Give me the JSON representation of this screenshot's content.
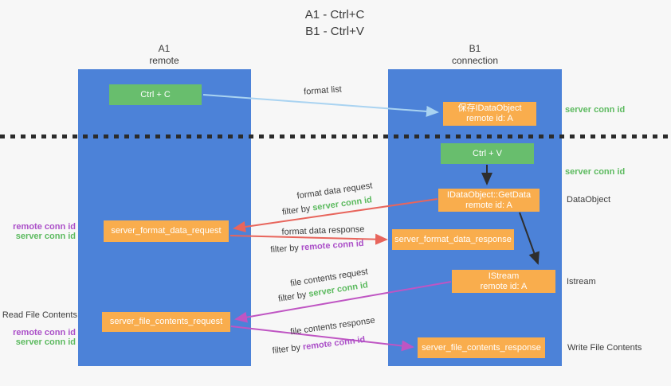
{
  "title": {
    "line1": "A1 - Ctrl+C",
    "line2": "B1 - Ctrl+V"
  },
  "columns": {
    "a": {
      "name": "A1",
      "subtitle": "remote"
    },
    "b": {
      "name": "B1",
      "subtitle": "connection"
    }
  },
  "nodes": {
    "ctrl_c": {
      "label": "Ctrl + C"
    },
    "ctrl_v": {
      "label": "Ctrl + V"
    },
    "save_idataobject": {
      "line1": "保存IDataObject",
      "line2": "remote id: A"
    },
    "getdata": {
      "line1": "IDataObject::GetData",
      "line2": "remote id: A"
    },
    "istream": {
      "line1": "IStream",
      "line2": "remote id: A"
    },
    "format_request": {
      "label": "server_format_data_request"
    },
    "format_response": {
      "label": "server_format_data_response"
    },
    "file_request": {
      "label": "server_file_contents_request"
    },
    "file_response": {
      "label": "server_file_contents_response"
    }
  },
  "edges": {
    "format_list": {
      "label": "format list"
    },
    "format_request": {
      "label": "format data request",
      "filter_prefix": "filter by ",
      "filter_key": "server conn id"
    },
    "format_response": {
      "label": "format data response",
      "filter_prefix": "filter by ",
      "filter_key": "remote conn id"
    },
    "file_request": {
      "label": "file contents request",
      "filter_prefix": "filter by ",
      "filter_key": "server conn id"
    },
    "file_response": {
      "label": "file contents response",
      "filter_prefix": "filter by ",
      "filter_key": "remote conn id"
    }
  },
  "side_labels": {
    "right_server_conn_1": "server conn id",
    "right_server_conn_2": "server conn id",
    "dataobject": "DataObject",
    "istream": "Istream",
    "write_file_contents": "Write File Contents",
    "read_file_contents": "Read File Contents",
    "format_remote_conn": "remote conn id",
    "format_server_conn": "server conn id",
    "file_remote_conn": "remote conn id",
    "file_server_conn": "server conn id"
  },
  "colors": {
    "lifeline_blue": "#4c82d8",
    "node_green": "#68be6d",
    "node_orange": "#f9ad4d",
    "green_text": "#5cba5f",
    "purple_text": "#ab4fc8",
    "red_arrow": "#e8655c",
    "magenta_arrow": "#bf55c3",
    "light_blue_arrow": "#a9d3f1",
    "black_arrow": "#2e2e2e",
    "background": "#f7f7f7"
  }
}
